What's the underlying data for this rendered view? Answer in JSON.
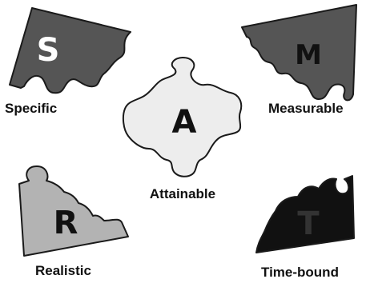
{
  "pieces": {
    "s": {
      "letter": "S",
      "label": "Specific",
      "fill": "#555555",
      "letter_color": "#ffffff"
    },
    "m": {
      "letter": "M",
      "label": "Measurable",
      "fill": "#555555",
      "letter_color": "#111111"
    },
    "a": {
      "letter": "A",
      "label": "Attainable",
      "fill": "#ededed",
      "letter_color": "#111111"
    },
    "r": {
      "letter": "R",
      "label": "Realistic",
      "fill": "#b3b3b3",
      "letter_color": "#111111"
    },
    "t": {
      "letter": "T",
      "label": "Time-bound",
      "fill": "#111111",
      "letter_color": "#333333"
    }
  }
}
